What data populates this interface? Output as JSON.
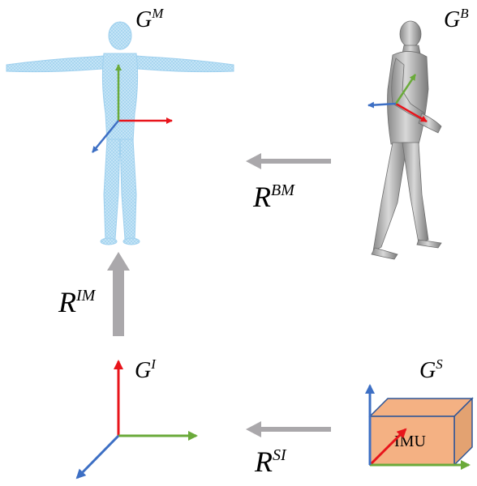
{
  "frames": {
    "mesh": {
      "base": "G",
      "sup": "M"
    },
    "body": {
      "base": "G",
      "sup": "B"
    },
    "imu_frame": {
      "base": "G",
      "sup": "I"
    },
    "sensor": {
      "base": "G",
      "sup": "S"
    }
  },
  "rotations": {
    "body_to_mesh": {
      "base": "R",
      "sup": "BM"
    },
    "imu_to_mesh": {
      "base": "R",
      "sup": "IM"
    },
    "sensor_to_imu": {
      "base": "R",
      "sup": "SI"
    }
  },
  "imu_box": {
    "label": "IMU"
  },
  "colors": {
    "axis_x": "#e8141b",
    "axis_y": "#6aaa3a",
    "axis_z": "#3d6fc4",
    "transform_arrow": "#aaa8ab",
    "mesh_body": "#a9d6ef",
    "imu_box_fill": "#f4b183",
    "imu_box_stroke": "#2e5597"
  }
}
